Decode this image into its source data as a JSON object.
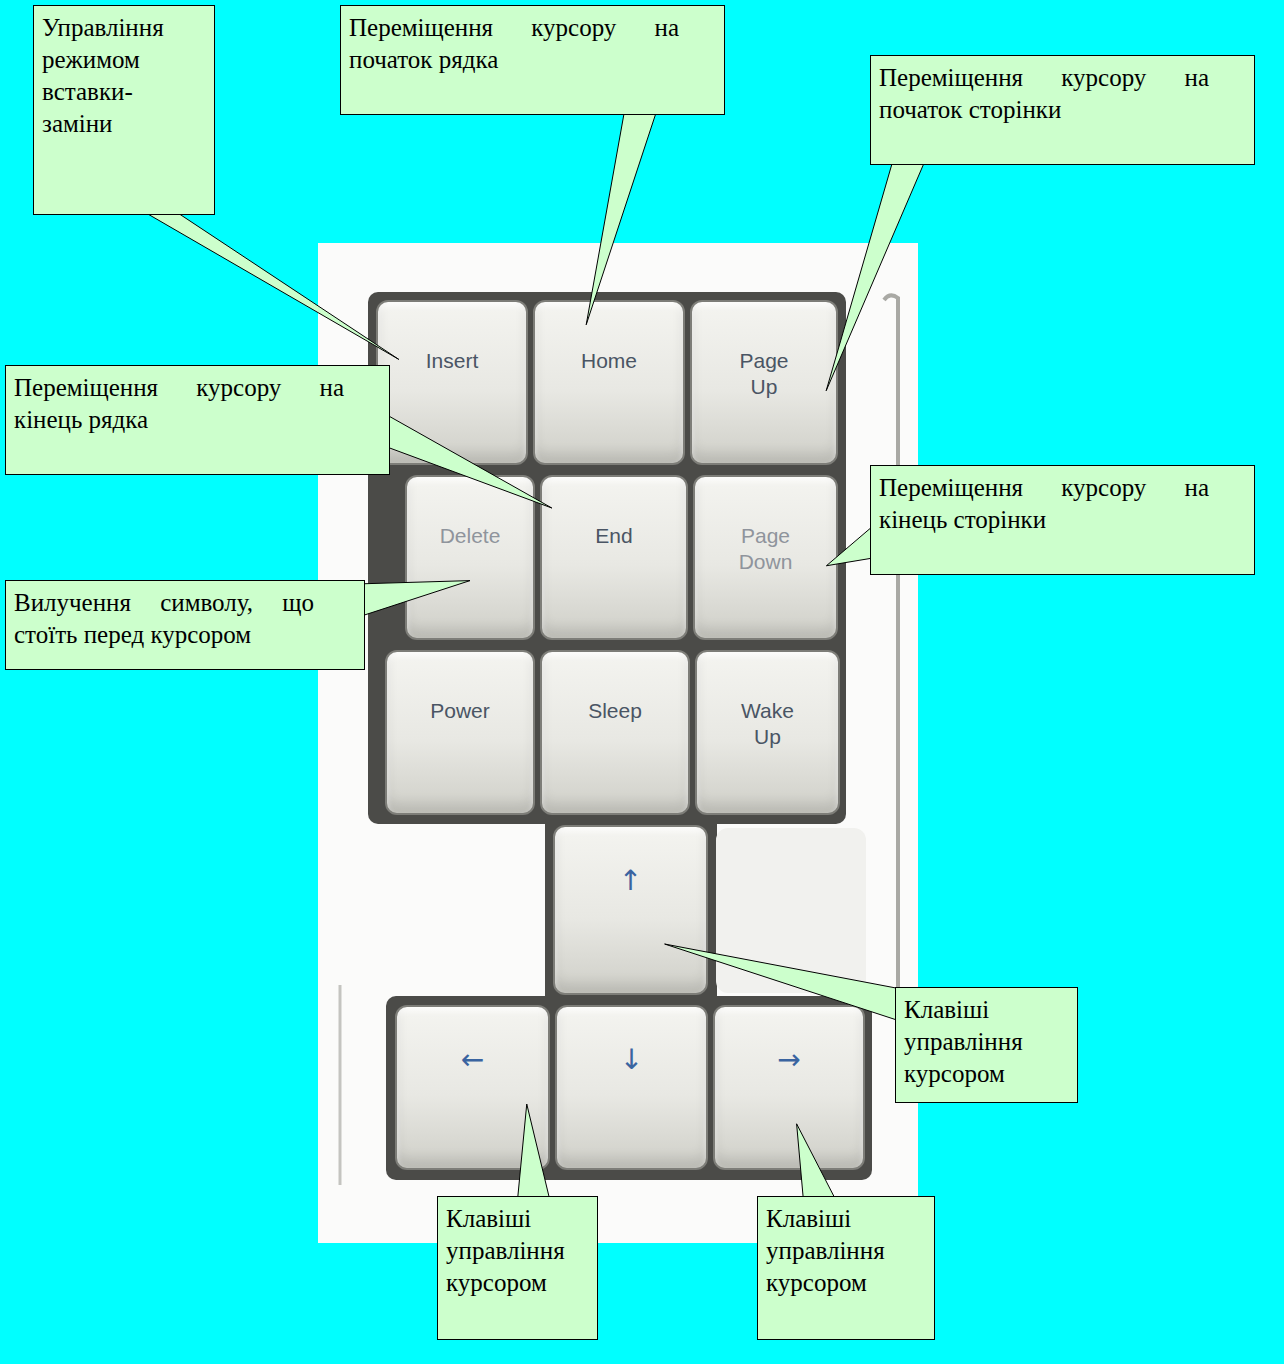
{
  "diagram": {
    "nodes": [
      {
        "text": [
          "Управління режимом вставки-заміни"
        ]
      },
      {
        "text": [
          "Переміщення курсору на початок рядка"
        ]
      },
      {
        "text": [
          "Переміщення курсору на початок сторінки"
        ]
      },
      {
        "text": [
          "Insert"
        ]
      },
      {
        "text": [
          "Home"
        ]
      },
      {
        "text": [
          "Page Up"
        ]
      },
      {
        "text": [
          "Переміщення курсору на кінець рядка"
        ]
      },
      {
        "text": [
          "Переміщення курсору на кінець сторінки"
        ]
      },
      {
        "text": [
          "Delete"
        ]
      },
      {
        "text": [
          "End"
        ]
      },
      {
        "text": [
          "Page Down"
        ]
      },
      {
        "text": [
          "Вилучення символу, що стоїть перед курсором"
        ]
      },
      {
        "text": [
          "Power"
        ]
      },
      {
        "text": [
          "Sleep"
        ]
      },
      {
        "text": [
          "Wake Up"
        ]
      },
      {
        "text": [
          "↑"
        ]
      },
      {
        "text": [
          "Клавіші управління курсором"
        ]
      },
      {
        "text": [
          "←"
        ]
      },
      {
        "text": [
          "↓"
        ]
      },
      {
        "text": [
          "→"
        ]
      },
      {
        "text": [
          "Клавіші управління курсором"
        ]
      },
      {
        "text": [
          "Клавіші управління курсором"
        ]
      }
    ],
    "edges": [
      {
        "from": 0,
        "to": 3,
        "arrow": "none"
      },
      {
        "from": 1,
        "to": 4,
        "arrow": "none"
      },
      {
        "from": 2,
        "to": 5,
        "arrow": "none"
      },
      {
        "from": 6,
        "to": 9,
        "arrow": "none"
      },
      {
        "from": 7,
        "to": 10,
        "arrow": "none"
      },
      {
        "from": 11,
        "to": 8,
        "arrow": "none"
      },
      {
        "from": 16,
        "to": 15,
        "arrow": "none"
      },
      {
        "from": 20,
        "to": 17,
        "arrow": "none"
      },
      {
        "from": 21,
        "to": 19,
        "arrow": "none"
      }
    ]
  }
}
